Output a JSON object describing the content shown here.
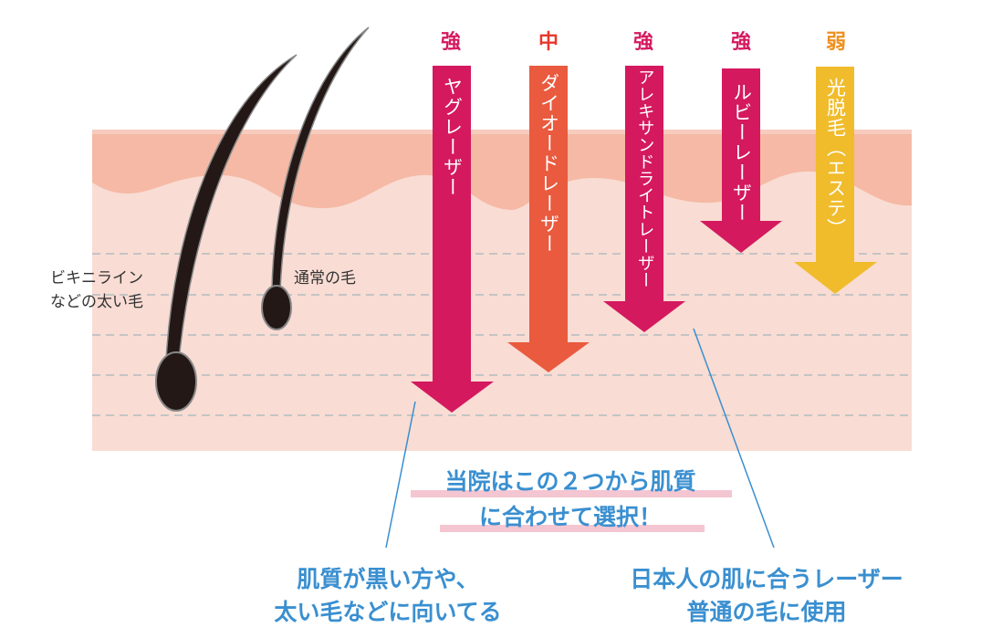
{
  "colors": {
    "strong": "#d4195f",
    "medium": "#e8382b",
    "weak": "#ee8f1e",
    "diode": "#e95a3f",
    "light": "#f0bc2c",
    "callout": "#3a8fd0"
  },
  "lasers": [
    {
      "strength": "強",
      "name": "ヤグレーザー"
    },
    {
      "strength": "中",
      "name": "ダイオードレーザー"
    },
    {
      "strength": "強",
      "name": "アレキサンドライトレーザー"
    },
    {
      "strength": "強",
      "name": "ルビーレーザー"
    },
    {
      "strength": "弱",
      "name": "光脱毛（エステ）"
    }
  ],
  "hair": {
    "thick": "ビキニライン\nなどの太い毛",
    "thick_line1": "ビキニライン",
    "thick_line2": "などの太い毛",
    "normal": "通常の毛"
  },
  "callouts": {
    "center_line1": "当院はこの２つから肌質",
    "center_line2": "に合わせて選択！",
    "left_line1": "肌質が黒い方や、",
    "left_line2": "太い毛などに向いてる",
    "right_line1": "日本人の肌に合うレーザー",
    "right_line2": "普通の毛に使用"
  }
}
